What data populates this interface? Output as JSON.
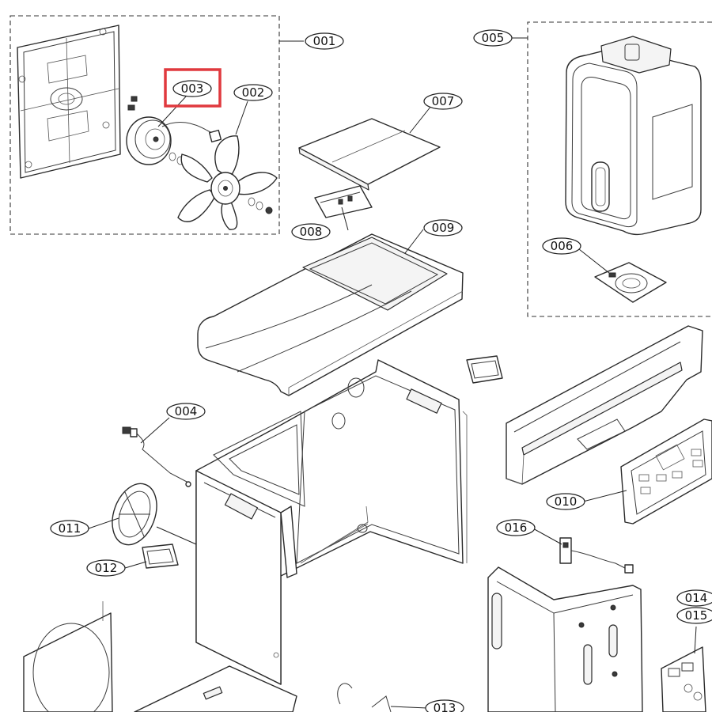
{
  "highlight_color": "#e0393e",
  "highlighted_part": "003",
  "callouts": {
    "c001": "001",
    "c002": "002",
    "c003": "003",
    "c004": "004",
    "c005": "005",
    "c006": "006",
    "c007": "007",
    "c008": "008",
    "c009": "009",
    "c010": "010",
    "c011": "011",
    "c012": "012",
    "c013": "013",
    "c014": "014",
    "c015": "015",
    "c016": "016"
  }
}
